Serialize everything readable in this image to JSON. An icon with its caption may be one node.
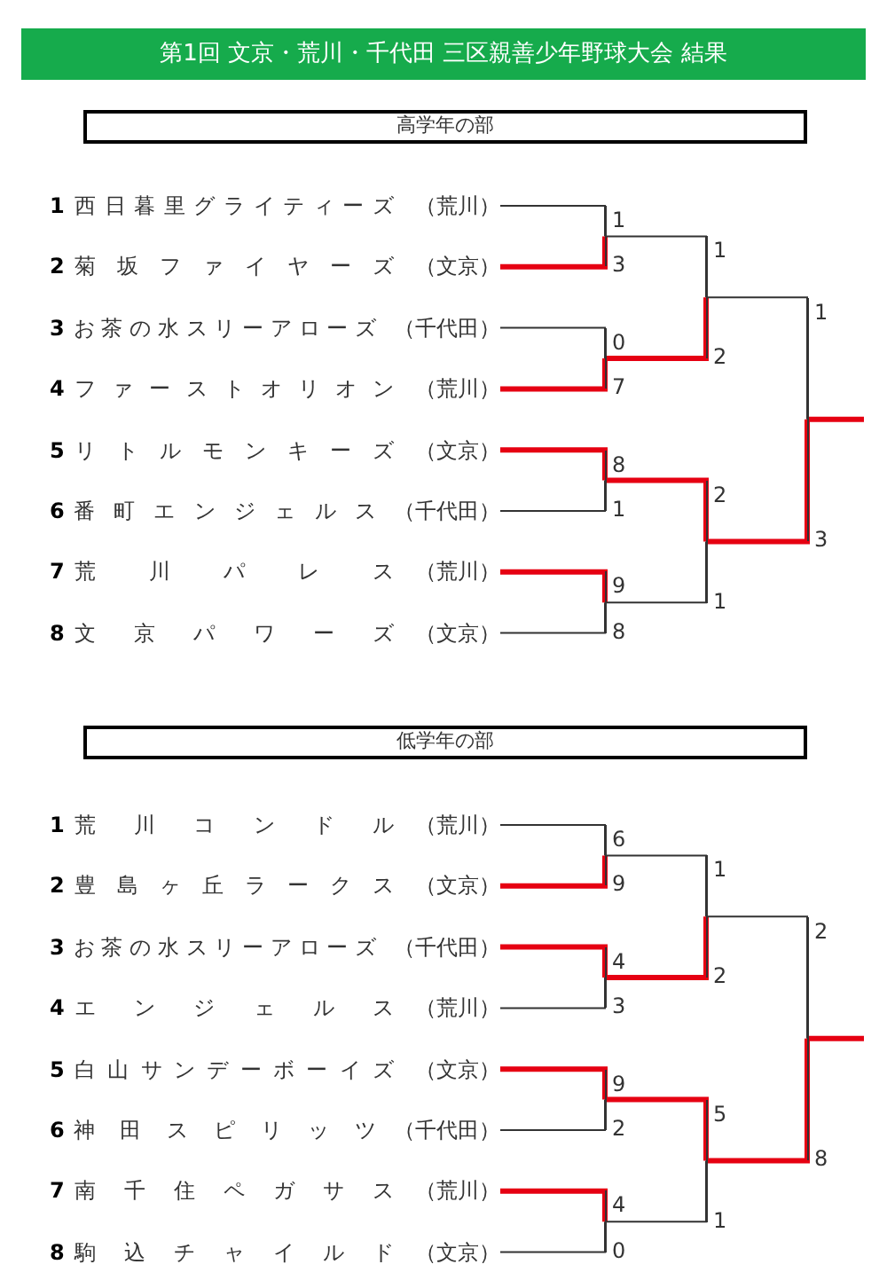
{
  "diagram": {
    "title": "第1回 文京・荒川・千代田 三区親善少年野球大会 結果",
    "nodes": [
      {
        "text": [
          "高学年の部"
        ]
      },
      {
        "text": [
          "1",
          "西日暮里グライティーズ",
          "（荒川）"
        ]
      },
      {
        "text": [
          "2",
          "菊坂ファイヤーズ",
          "（文京）"
        ]
      },
      {
        "text": [
          "3",
          "お茶の水スリーアローズ",
          "（千代田）"
        ]
      },
      {
        "text": [
          "4",
          "ファーストオリオン",
          "（荒川）"
        ]
      },
      {
        "text": [
          "5",
          "リトルモンキーズ",
          "（文京）"
        ]
      },
      {
        "text": [
          "6",
          "番町エンジェルス",
          "（千代田）"
        ]
      },
      {
        "text": [
          "7",
          "荒川パレス",
          "（荒川）"
        ]
      },
      {
        "text": [
          "8",
          "文京パワーズ",
          "（文京）"
        ]
      },
      {
        "text": [],
        "shape": "bar"
      },
      {
        "text": [],
        "shape": "bar"
      },
      {
        "text": [],
        "shape": "bar"
      },
      {
        "text": [],
        "shape": "bar"
      },
      {
        "text": [],
        "shape": "bar"
      },
      {
        "text": [],
        "shape": "bar"
      },
      {
        "text": [],
        "shape": "bar"
      },
      {
        "text": [
          "低学年の部"
        ]
      },
      {
        "text": [
          "1",
          "荒川コンドル",
          "（荒川）"
        ]
      },
      {
        "text": [
          "2",
          "豊島ヶ丘ラークス",
          "（文京）"
        ]
      },
      {
        "text": [
          "3",
          "お茶の水スリーアローズ",
          "（千代田）"
        ]
      },
      {
        "text": [
          "4",
          "エンジェルス",
          "（荒川）"
        ]
      },
      {
        "text": [
          "5",
          "白山サンデーボーイズ",
          "（文京）"
        ]
      },
      {
        "text": [
          "6",
          "神田スピリッツ",
          "（千代田）"
        ]
      },
      {
        "text": [
          "7",
          "南千住ペガサス",
          "（荒川）"
        ]
      },
      {
        "text": [
          "8",
          "駒込チャイルド",
          "（文京）"
        ]
      },
      {
        "text": [],
        "shape": "bar"
      },
      {
        "text": [],
        "shape": "bar"
      },
      {
        "text": [],
        "shape": "bar"
      },
      {
        "text": [],
        "shape": "bar"
      },
      {
        "text": [],
        "shape": "bar"
      },
      {
        "text": [],
        "shape": "bar"
      },
      {
        "text": [],
        "shape": "bar"
      }
    ],
    "edges": [
      {
        "from": 1,
        "to": 9,
        "arrow": "none",
        "label": "1",
        "color": "#333333"
      },
      {
        "from": 2,
        "to": 9,
        "arrow": "none",
        "label": "3",
        "color": "#e60012"
      },
      {
        "from": 3,
        "to": 10,
        "arrow": "none",
        "label": "0",
        "color": "#333333"
      },
      {
        "from": 4,
        "to": 10,
        "arrow": "none",
        "label": "7",
        "color": "#e60012"
      },
      {
        "from": 5,
        "to": 11,
        "arrow": "none",
        "label": "8",
        "color": "#e60012"
      },
      {
        "from": 6,
        "to": 11,
        "arrow": "none",
        "label": "1",
        "color": "#333333"
      },
      {
        "from": 7,
        "to": 12,
        "arrow": "none",
        "label": "9",
        "color": "#e60012"
      },
      {
        "from": 8,
        "to": 12,
        "arrow": "none",
        "label": "8",
        "color": "#333333"
      },
      {
        "from": 9,
        "to": 13,
        "arrow": "none",
        "label": "1",
        "color": "#333333"
      },
      {
        "from": 10,
        "to": 13,
        "arrow": "none",
        "label": "2",
        "color": "#e60012"
      },
      {
        "from": 11,
        "to": 14,
        "arrow": "none",
        "label": "2",
        "color": "#e60012"
      },
      {
        "from": 12,
        "to": 14,
        "arrow": "none",
        "label": "1",
        "color": "#333333"
      },
      {
        "from": 13,
        "to": 15,
        "arrow": "none",
        "label": "1",
        "color": "#333333"
      },
      {
        "from": 14,
        "to": 15,
        "arrow": "none",
        "label": "3",
        "color": "#e60012"
      },
      {
        "from": 15,
        "to": null,
        "arrow": "none",
        "color": "#e60012"
      },
      {
        "from": 17,
        "to": 25,
        "arrow": "none",
        "label": "6",
        "color": "#333333"
      },
      {
        "from": 18,
        "to": 25,
        "arrow": "none",
        "label": "9",
        "color": "#e60012"
      },
      {
        "from": 19,
        "to": 26,
        "arrow": "none",
        "label": "4",
        "color": "#e60012"
      },
      {
        "from": 20,
        "to": 26,
        "arrow": "none",
        "label": "3",
        "color": "#333333"
      },
      {
        "from": 21,
        "to": 27,
        "arrow": "none",
        "label": "9",
        "color": "#e60012"
      },
      {
        "from": 22,
        "to": 27,
        "arrow": "none",
        "label": "2",
        "color": "#333333"
      },
      {
        "from": 23,
        "to": 28,
        "arrow": "none",
        "label": "4",
        "color": "#e60012"
      },
      {
        "from": 24,
        "to": 28,
        "arrow": "none",
        "label": "0",
        "color": "#333333"
      },
      {
        "from": 25,
        "to": 29,
        "arrow": "none",
        "label": "1",
        "color": "#333333"
      },
      {
        "from": 26,
        "to": 29,
        "arrow": "none",
        "label": "2",
        "color": "#e60012"
      },
      {
        "from": 27,
        "to": 30,
        "arrow": "none",
        "label": "5",
        "color": "#e60012"
      },
      {
        "from": 28,
        "to": 30,
        "arrow": "none",
        "label": "1",
        "color": "#333333"
      },
      {
        "from": 29,
        "to": 31,
        "arrow": "none",
        "label": "2",
        "color": "#333333"
      },
      {
        "from": 30,
        "to": 31,
        "arrow": "none",
        "label": "8",
        "color": "#e60012"
      },
      {
        "from": 31,
        "to": null,
        "arrow": "none",
        "color": "#e60012"
      }
    ]
  }
}
